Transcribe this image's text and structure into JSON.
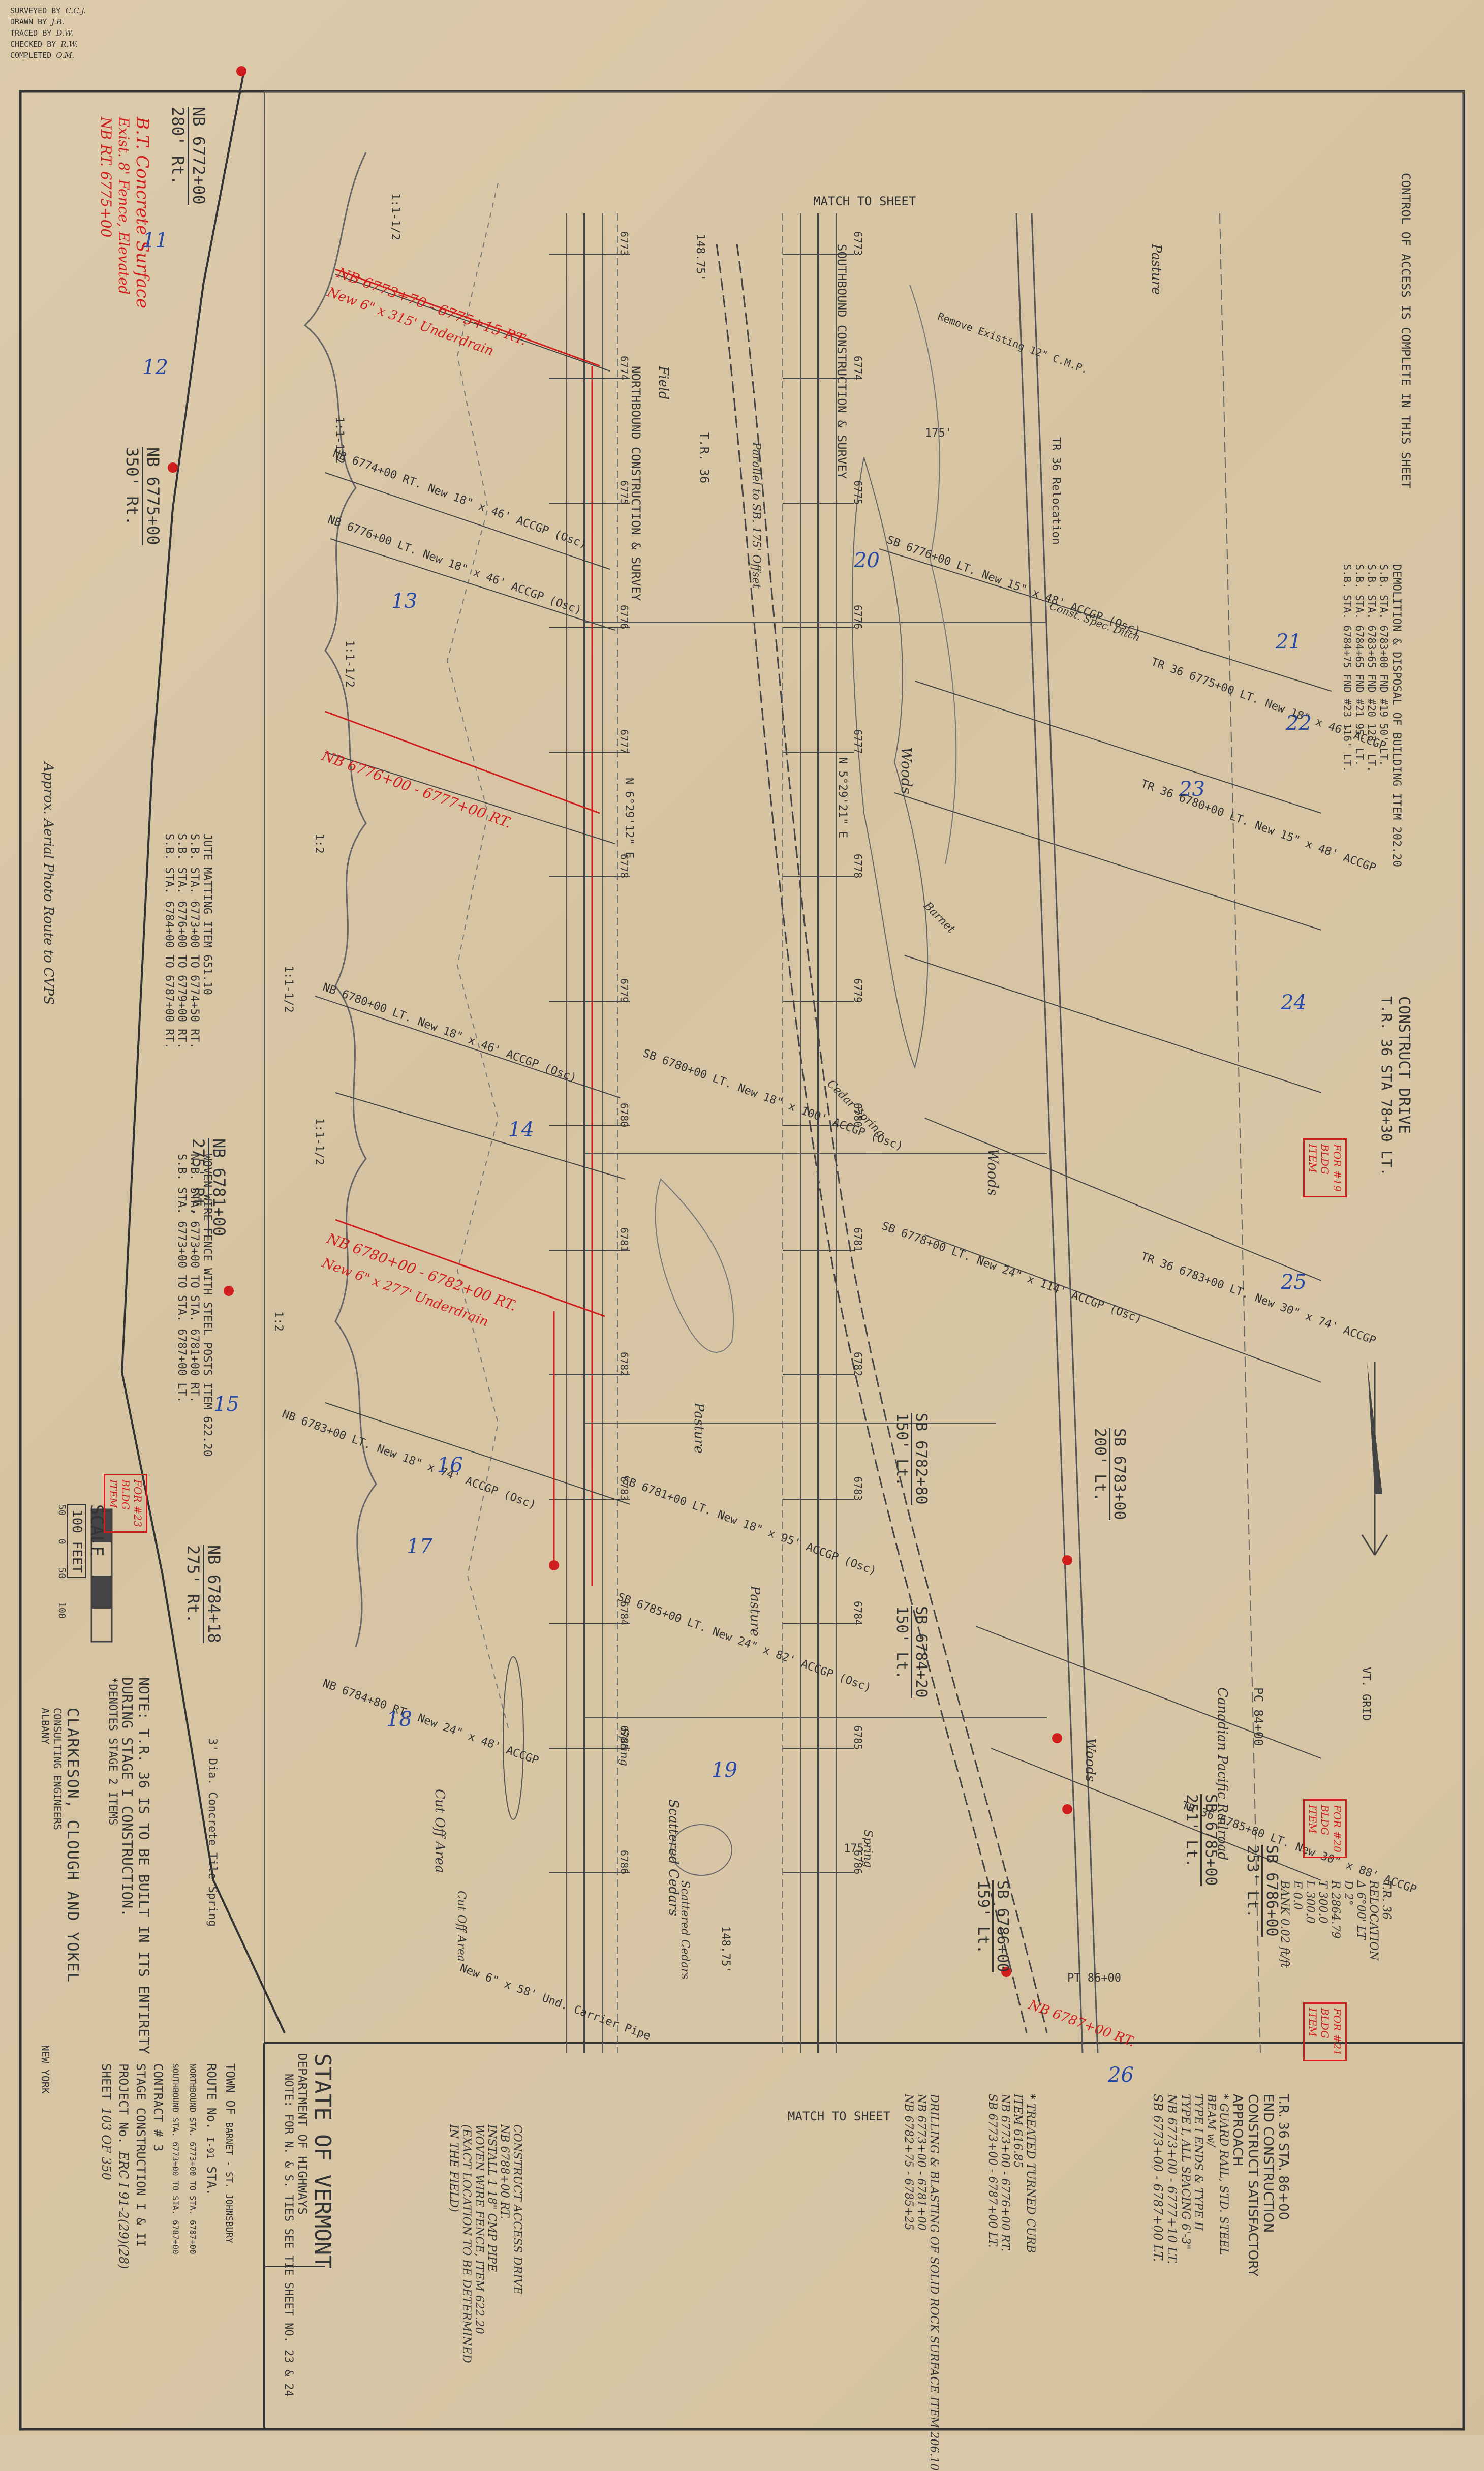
{
  "stamp": {
    "rows": [
      {
        "label": "SURVEYED BY",
        "value": "C.C.J."
      },
      {
        "label": "DRAWN BY",
        "value": "J.B."
      },
      {
        "label": "TRACED BY",
        "value": "D.W."
      },
      {
        "label": "CHECKED BY",
        "value": "R.W."
      },
      {
        "label": "COMPLETED",
        "value": "O.M."
      }
    ]
  },
  "match_top": "MATCH TO SHEET",
  "match_bottom": "MATCH TO SHEET",
  "access_note": "CONTROL OF ACCESS IS COMPLETE IN THIS SHEET",
  "demolition": {
    "title": "DEMOLITION & DISPOSAL OF BUILDING ITEM 202.20",
    "rows": [
      "S.B. STA. 6783+00 FND #19 50' LT.",
      "S.B. STA. 6783+65 FND #20 123' LT.",
      "S.B. STA. 6784+65 FND #21 95' LT.",
      "S.B. STA. 6784+75 FND #23 116' LT."
    ]
  },
  "construct_drive": {
    "line1": "CONSTRUCT DRIVE",
    "line2": "T.R. 36 STA 78+30 LT."
  },
  "tr36_relocation": {
    "title": "T.R. 36 RELOCATION",
    "rows": [
      "Δ 6°00' LT",
      "D 2°",
      "R 2864.79",
      "T 300.0",
      "L 300.0",
      "E 0.0",
      "BANK 0.02 ft/ft"
    ]
  },
  "tr36_end": {
    "lines": [
      "T.R. 36 STA. 86+00",
      "END CONSTRUCTION",
      "CONSTRUCT SATISFACTORY APPROACH"
    ]
  },
  "guard_rail_note": [
    "* GUARD RAIL, STD. STEEL BEAM w/",
    "TYPE I ENDS & TYPE II",
    "TYPE I, ALL SPACING 6'-3\""
  ],
  "guard_rail_rows": [
    "NB 6773+00 - 6777+10 LT.",
    "SB 6773+00 - 6787+00 LT."
  ],
  "drilling_note": {
    "title": "DRILLING & BLASTING OF SOLID ROCK SURFACE ITEM 206.10",
    "rows": [
      "NB 6773+00 - 6781+00",
      "NB 6782+75 - 6785+25"
    ]
  },
  "turf_note": {
    "title": "* TREATED TURNED CURB",
    "line2": "ITEM 616.85",
    "rows": [
      "NB 6773+00 - 6776+00 RT.",
      "SB 6773+00 - 6787+00 LT."
    ]
  },
  "vt_grid": "VT. GRID",
  "pc_label": "PC 84+00",
  "pt_label": "PT 86+00",
  "railroad": "Canadian Pacific Railroad",
  "station_markers": [
    {
      "text": "NB 6772+00",
      "sub": "280' Rt."
    },
    {
      "text": "NB 6775+00",
      "sub": "350' Rt."
    },
    {
      "text": "NB 6781+00",
      "sub": "275' Rt."
    },
    {
      "text": "NB 6784+18",
      "sub": "275' Rt."
    },
    {
      "text": "SB 6782+80",
      "sub": "150' Lt."
    },
    {
      "text": "SB 6783+00",
      "sub": "200' Lt."
    },
    {
      "text": "SB 6784+20",
      "sub": "150' Lt."
    },
    {
      "text": "SB 6785+00",
      "sub": "251' Lt."
    },
    {
      "text": "SB 6786+00",
      "sub": "253' Lt."
    },
    {
      "text": "SB 6786+00",
      "sub": "159' Lt."
    }
  ],
  "alignments": {
    "nb": "NORTHBOUND CONSTRUCTION & SURVEY",
    "sb": "SOUTHBOUND CONSTRUCTION & SURVEY",
    "bearing_n": "N 6°29'12\" E",
    "bearing_s": "N 5°29'21\" E",
    "tr36": "T.R. 36"
  },
  "nb_stations": [
    "6773",
    "6774",
    "6775",
    "6776",
    "6777",
    "6778",
    "6779",
    "6780",
    "6781",
    "6782",
    "6783",
    "6784",
    "6785",
    "6786"
  ],
  "sb_stations": [
    "6773",
    "6774",
    "6775",
    "6776",
    "6777",
    "6778",
    "6779",
    "6780",
    "6781",
    "6782",
    "6783",
    "6784",
    "6785",
    "6786"
  ],
  "area_labels": [
    "Field",
    "Woods",
    "Woods",
    "Pasture",
    "Pasture",
    "Pasture",
    "Woods",
    "Scattered Cedars",
    "Cut Off Area"
  ],
  "jute_note": {
    "title": "JUTE MATTING ITEM 651.10",
    "rows": [
      "S.B. STA. 6773+00 TO 6774+50 RT.",
      "S.B. STA. 6776+00 TO 6779+00 RT.",
      "S.B. STA. 6784+00 TO 6787+00 RT."
    ]
  },
  "fence_note": {
    "title": "WOVEN WIRE FENCE WITH STEEL POSTS ITEM 622.20",
    "rows": [
      "N.B. STA. 6773+00 TO STA. 6781+00 RT.",
      "S.B. STA. 6773+00 TO STA. 6787+00 LT."
    ]
  },
  "stage_note": [
    "NOTE: T.R. 36 IS TO BE BUILT IN ITS ENTIRETY",
    "DURING STAGE I CONSTRUCTION.",
    "*DENOTES STAGE 2 ITEMS"
  ],
  "ties_note": "NOTE: FOR N. & S. TIES SEE TIE SHEET NO. 23 & 24",
  "scale": {
    "label": "SCALE",
    "feet": "100 FEET",
    "ticks": [
      "50",
      "0",
      "50",
      "100"
    ]
  },
  "engineers": {
    "name": "CLARKESON, CLOUGH AND YOKEL",
    "sub": "CONSULTING ENGINEERS",
    "left": "ALBANY",
    "right": "NEW YORK"
  },
  "state": {
    "title": "STATE OF VERMONT",
    "dept": "DEPARTMENT OF HIGHWAYS"
  },
  "title_fields": [
    {
      "label": "TOWN OF",
      "value": "BARNET - ST. JOHNSBURY"
    },
    {
      "label": "ROUTE No.",
      "value": "I-91"
    },
    {
      "label": "STA.",
      "value": ""
    },
    {
      "label": "NORTHBOUND",
      "value": "STA. 6773+00 TO STA. 6787+00"
    },
    {
      "label": "SOUTHBOUND",
      "value": "STA. 6773+00 TO STA. 6787+00"
    },
    {
      "label": "CONTRACT",
      "value": "# 3"
    },
    {
      "label": "STAGE CONSTRUCTION",
      "value": "I & II"
    },
    {
      "label": "PROJECT No.",
      "value": "ERC I 91-2(29)(28)"
    },
    {
      "label": "SHEET",
      "value": "103 OF 350"
    }
  ],
  "construct_access": {
    "title": "CONSTRUCT ACCESS DRIVE",
    "rows": [
      "NB 6788+00 RT.",
      "INSTALL 1 18\" CMP PIPE",
      "WOVEN WIRE FENCE, ITEM 622.20",
      "(EXACT LOCATION TO BE DETERMINED",
      "IN THE FIELD)"
    ]
  },
  "red_notes": [
    "B.T. Concrete Surface",
    "Exist. 8' Fence, Elevated",
    "NB RT. 6775+00",
    "NB 6773+70 - 6775+15 RT.",
    "New 6\" x 315' Underdrain",
    "NB 6776+00 - 6777+00 RT.",
    "NB 6780+00 - 6782+00 RT.",
    "New 6\" x 277' Underdrain",
    "NB 6787+00 RT."
  ],
  "blue_numbers": [
    "11",
    "12",
    "13",
    "14",
    "15",
    "16",
    "17",
    "18",
    "19",
    "20",
    "21",
    "22",
    "23",
    "24",
    "25",
    "26"
  ],
  "pipe_notes": [
    "NB 6774+00 RT. New 18\" x 46' ACCGP (Osc)",
    "NB 6776+00 LT. New 18\" x 46' ACCGP (Osc)",
    "NB 6780+00 LT. New 18\" x 46' ACCGP (Osc)",
    "NB 6783+00 LT. New 18\" x 74' ACCGP (Osc)",
    "NB 6784+80 RT. New 24\" x 48' ACCGP",
    "SB 6776+00 LT. New 15\" x 48' ACCGP (Osc)",
    "SB 6778+00 LT. New 24\" x 114' ACCGP (Osc)",
    "SB 6780+00 LT. New 18\" x 100' ACCGP (Osc)",
    "SB 6781+00 LT. New 18\" x 95' ACCGP (Osc)",
    "SB 6785+00 LT. New 24\" x 82' ACCGP (Osc)",
    "TR 36 6775+00 LT. New 18\" x 46' ACCGP",
    "TR 36 6780+00 LT. New 15\" x 48' ACCGP",
    "TR 36 6783+00 LT. New 30\" x 74' ACCGP",
    "TR 36 6785+80 LT. New 30\" x 88' ACCGP"
  ],
  "labels_misc": [
    "Approx. Aerial Photo Route to CVPS",
    "Parallel to SB. 175' Offset",
    "Remove Existing 12\" C.M.P.",
    "Const. Spec. Ditch",
    "Barnet",
    "Spring",
    "Spring",
    "Cut Off Area",
    "3' Dia. Concrete Tile Spring",
    "New 6\" x 58' Und. Carrier Pipe",
    "TR 36 Relocation",
    "Cedar Spring",
    "Scattered Cedars"
  ],
  "slopes": [
    "1:1-1/2",
    "1:1-1/2",
    "1:1-1/2",
    "1:2",
    "1:1-1/2",
    "1:1-1/2",
    "1:2"
  ],
  "dims": [
    "175'",
    "175'",
    "148.75'",
    "148.75'"
  ],
  "feature_boxes": [
    {
      "lines": [
        "FOR #19",
        "BLDG",
        "ITEM"
      ]
    },
    {
      "lines": [
        "FOR #20",
        "BLDG",
        "ITEM"
      ]
    },
    {
      "lines": [
        "FOR #21",
        "BLDG",
        "ITEM"
      ]
    },
    {
      "lines": [
        "FOR #23",
        "BLDG",
        "ITEM"
      ]
    }
  ]
}
